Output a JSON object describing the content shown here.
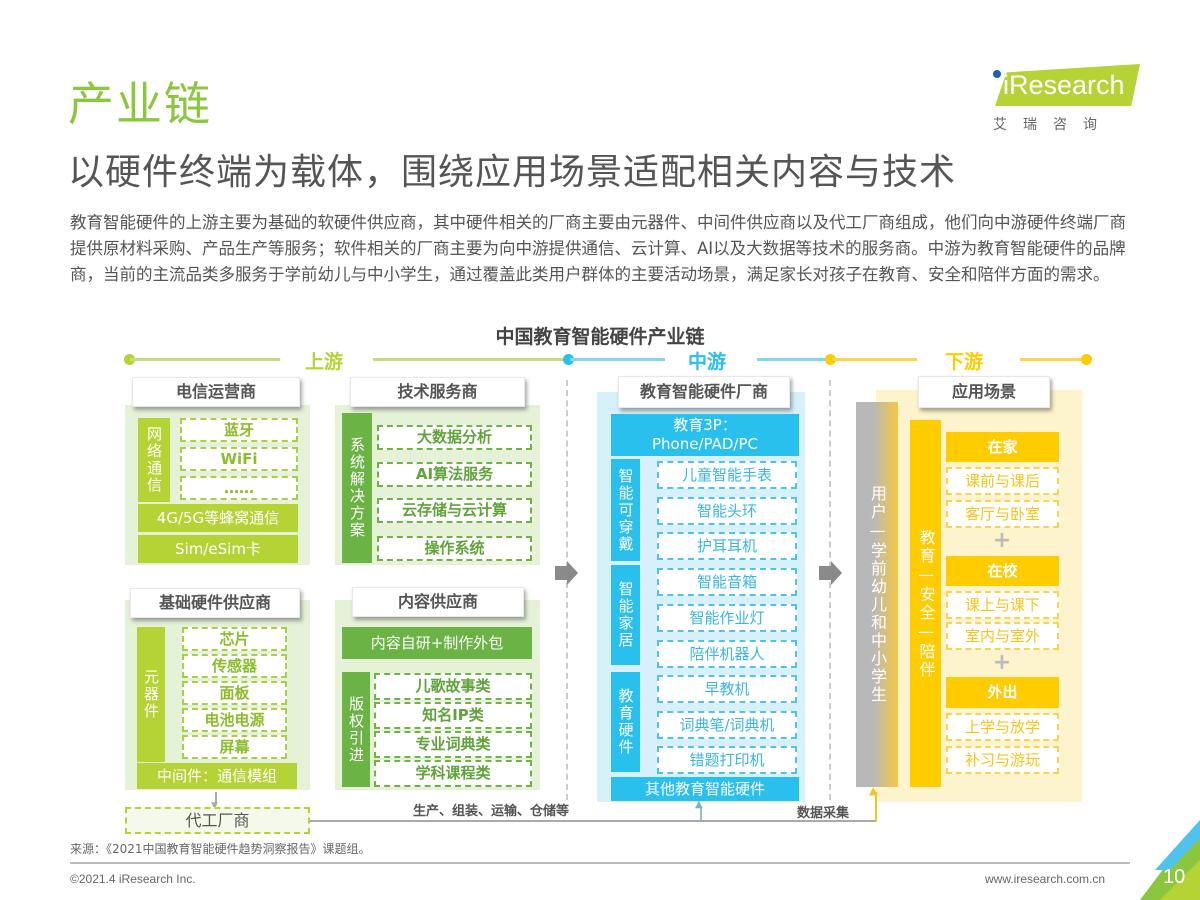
{
  "header": {
    "section_title": "产业链",
    "headline": "以硬件终端为载体，围绕应用场景适配相关内容与技术",
    "logo_text": "iResearch",
    "logo_cn": "艾瑞咨询"
  },
  "paragraph": "教育智能硬件的上游主要为基础的软硬件供应商，其中硬件相关的厂商主要由元器件、中间件供应商以及代工厂商组成，他们向中游硬件终端厂商提供原材料采购、产品生产等服务；软件相关的厂商主要为向中游提供通信、云计算、AI以及大数据等技术的服务商。中游为教育智能硬件的品牌商，当前的主流品类多服务于学前幼儿与中小学生，通过覆盖此类用户群体的主要活动场景，满足家长对孩子在教育、安全和陪伴方面的需求。",
  "diagram": {
    "title": "中国教育智能硬件产业链",
    "stages": {
      "upstream": "上游",
      "midstream": "中游",
      "downstream": "下游"
    },
    "colors": {
      "upstream": "#b5d334",
      "midstream": "#29c0ee",
      "downstream": "#ffcc00",
      "dark_green": "#6ab344"
    },
    "telecom": {
      "header": "电信运营商",
      "side_label": "网络通信",
      "items": [
        "蓝牙",
        "WiFi",
        "……"
      ],
      "bars": [
        "4G/5G等蜂窝通信",
        "Sim/eSim卡"
      ]
    },
    "tech": {
      "header": "技术服务商",
      "side_label": "系统解决方案",
      "items": [
        "大数据分析",
        "AI算法服务",
        "云存储与云计算",
        "操作系统"
      ]
    },
    "hardware": {
      "header": "基础硬件供应商",
      "side_label": "元器件",
      "items": [
        "芯片",
        "传感器",
        "面板",
        "电池电源",
        "屏幕"
      ],
      "bar": "中间件：通信模组",
      "oem": "代工厂商"
    },
    "content": {
      "header": "内容供应商",
      "bar": "内容自研+制作外包",
      "side_label": "版权引进",
      "items": [
        "儿歌故事类",
        "知名IP类",
        "专业词典类",
        "学科课程类"
      ]
    },
    "manufacturer": {
      "header": "教育智能硬件厂商",
      "top_bar_line1": "教育3P：",
      "top_bar_line2": "Phone/PAD/PC",
      "groups": [
        {
          "label": "智能可穿戴",
          "items": [
            "儿童智能手表",
            "智能头环",
            "护耳耳机"
          ]
        },
        {
          "label": "智能家居",
          "items": [
            "智能音箱",
            "智能作业灯",
            "陪伴机器人"
          ]
        },
        {
          "label": "教育硬件",
          "items": [
            "早教机",
            "词典笔/词典机",
            "错题打印机"
          ]
        }
      ],
      "bottom_bar": "其他教育智能硬件"
    },
    "users_label": "用户—学前幼儿和中小学生",
    "scenarios": {
      "header": "应用场景",
      "side_label": "教育—安全—陪伴",
      "groups": [
        {
          "title": "在家",
          "items": [
            "课前与课后",
            "客厅与卧室"
          ]
        },
        {
          "title": "在校",
          "items": [
            "课上与课下",
            "室内与室外"
          ]
        },
        {
          "title": "外出",
          "items": [
            "上学与放学",
            "补习与游玩"
          ]
        }
      ]
    },
    "flow_labels": {
      "production": "生产、组装、运输、仓储等",
      "data": "数据采集"
    }
  },
  "footer": {
    "source": "来源：《2021中国教育智能硬件趋势洞察报告》课题组。",
    "copyright": "©2021.4 iResearch Inc.",
    "website": "www.iresearch.com.cn",
    "page_number": "10"
  }
}
